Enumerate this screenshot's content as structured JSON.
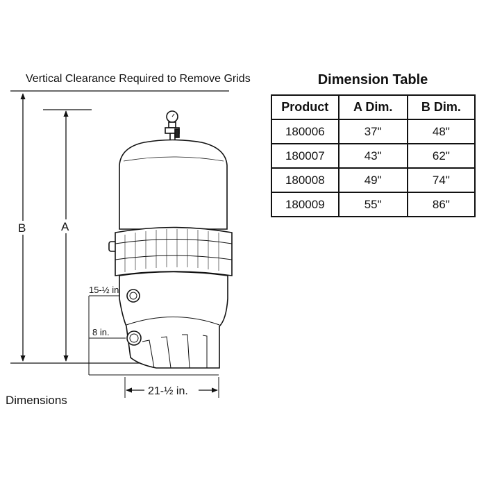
{
  "clearance_label": "Vertical Clearance Required to Remove Grids",
  "dimensions_caption": "Dimensions",
  "dimension_labels": {
    "b": "B",
    "a": "A",
    "upper_port": "15-½ in.",
    "lower_port": "8 in.",
    "width": "21-½ in."
  },
  "table": {
    "title": "Dimension Table",
    "headers": [
      "Product",
      "A Dim.",
      "B Dim."
    ],
    "rows": [
      [
        "180006",
        "37\"",
        "48\""
      ],
      [
        "180007",
        "43\"",
        "62\""
      ],
      [
        "180008",
        "49\"",
        "74\""
      ],
      [
        "180009",
        "55\"",
        "86\""
      ]
    ]
  },
  "colors": {
    "line": "#111111",
    "background": "#ffffff"
  }
}
